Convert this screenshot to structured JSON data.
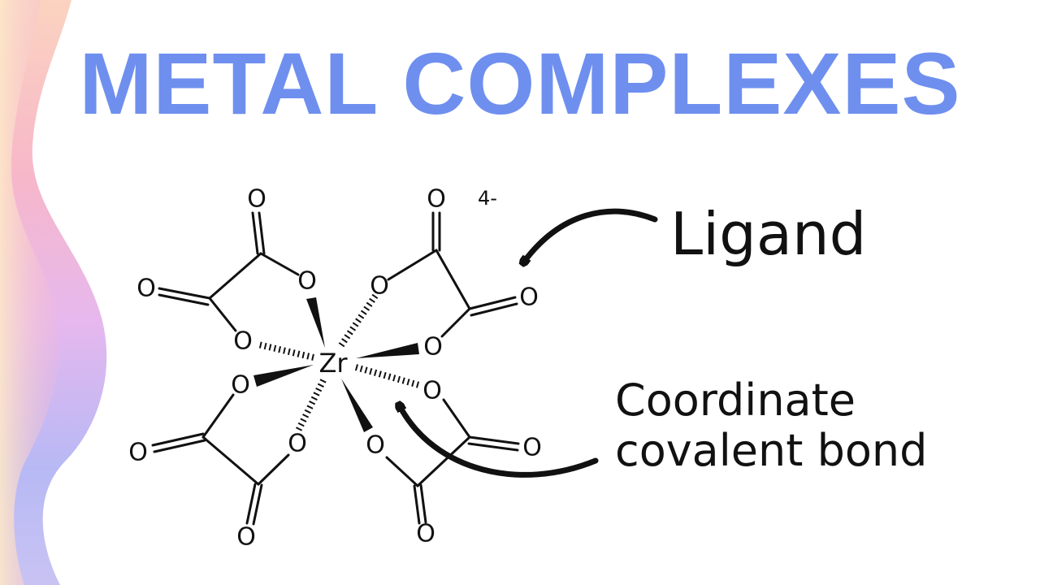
{
  "title": "METAL COMPLEXES",
  "complex": {
    "metal": "Zr",
    "charge": "4-",
    "oxygen": "O",
    "atom_count": 16
  },
  "labels": {
    "ligand": "Ligand",
    "bond_line1": "Coordinate",
    "bond_line2": "covalent bond"
  },
  "colors": {
    "title": "#6f8fef",
    "ink": "#111111",
    "background": "#ffffff"
  }
}
